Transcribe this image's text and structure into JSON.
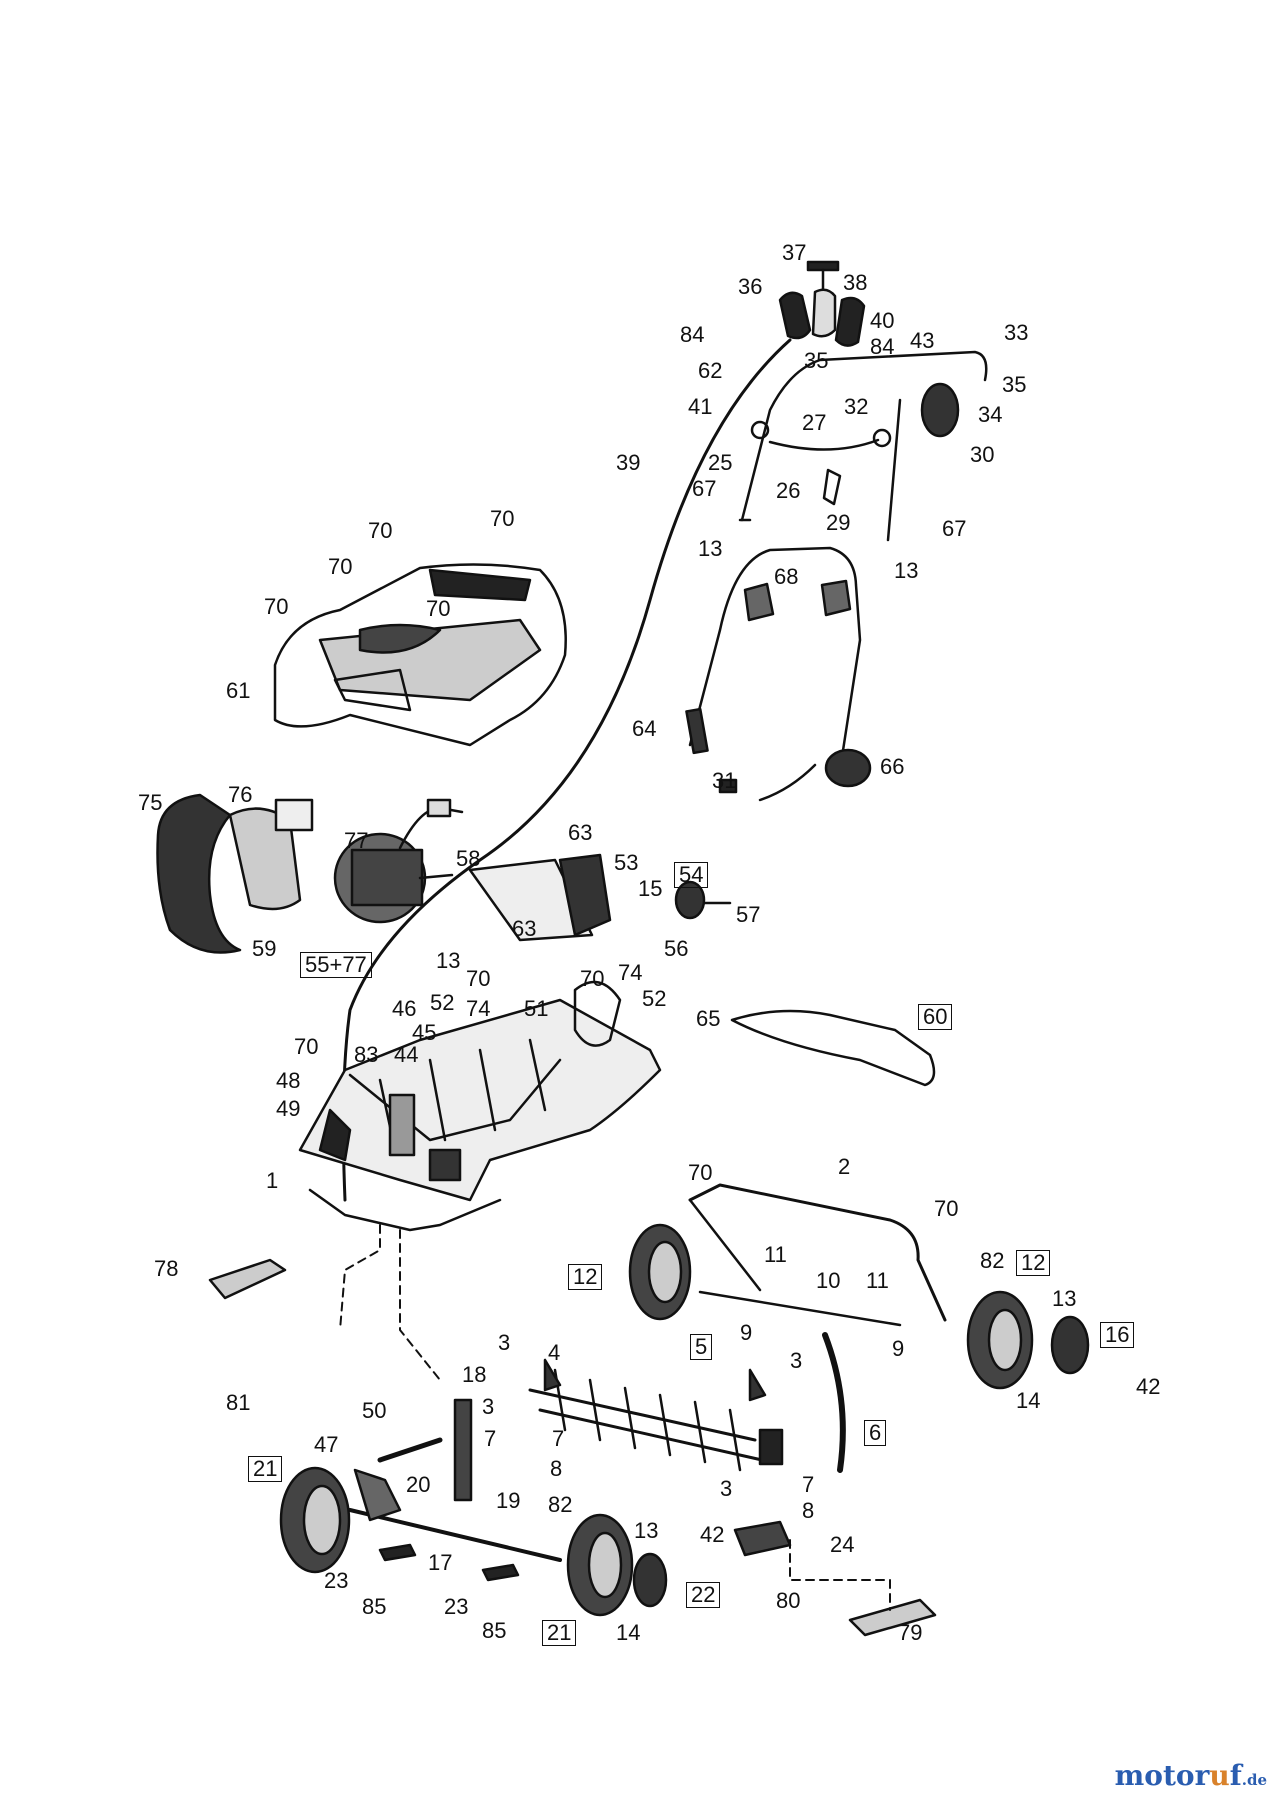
{
  "watermark": {
    "brand_pre": "motor",
    "brand_accent": "u",
    "brand_post": "f",
    "tld": ".de"
  },
  "colors": {
    "line": "#111111",
    "watermark_blue": "#2a5db0",
    "watermark_orange": "#d9822b"
  },
  "labels": {
    "p37": "37",
    "p36": "36",
    "p38": "38",
    "p84a": "84",
    "p40": "40",
    "p84b": "84",
    "p43": "43",
    "p33": "33",
    "p35a": "35",
    "p35b": "35",
    "p62": "62",
    "p41": "41",
    "p32": "32",
    "p34": "34",
    "p27": "27",
    "p30": "30",
    "p39": "39",
    "p25": "25",
    "p26": "26",
    "p67a": "67",
    "p29": "29",
    "p13a": "13",
    "p67b": "67",
    "p13b": "13",
    "p70a": "70",
    "p70b": "70",
    "p70c": "70",
    "p70d": "70",
    "p70e": "70",
    "p68": "68",
    "p61": "61",
    "p64": "64",
    "p66": "66",
    "p31": "31",
    "p75": "75",
    "p76": "76",
    "p77": "77",
    "p58": "58",
    "p63a": "63",
    "p53": "53",
    "p15": "15",
    "p54": "54",
    "p57": "57",
    "p63b": "63",
    "p56": "56",
    "p59": "59",
    "p55_77": "55+77",
    "p13c": "13",
    "p70f": "70",
    "p74a": "74",
    "p70g": "70",
    "p74b": "74",
    "p52a": "52",
    "p46": "46",
    "p51": "51",
    "p52b": "52",
    "p65": "65",
    "p60": "60",
    "p45": "45",
    "p70h": "70",
    "p83": "83",
    "p44": "44",
    "p48": "48",
    "p49": "49",
    "p1": "1",
    "p70i": "70",
    "p2": "2",
    "p70j": "70",
    "p78": "78",
    "p12a": "12",
    "p11a": "11",
    "p10": "10",
    "p11b": "11",
    "p82a": "82",
    "p12b": "12",
    "p13d": "13",
    "p9a": "9",
    "p9b": "9",
    "p16": "16",
    "p42a": "42",
    "p14a": "14",
    "p81": "81",
    "p3a": "3",
    "p4": "4",
    "p5": "5",
    "p3b": "3",
    "p18": "18",
    "p3c": "3",
    "p7a": "7",
    "p7b": "7",
    "p6": "6",
    "p8a": "8",
    "p50": "50",
    "p3d": "3",
    "p7c": "7",
    "p8b": "8",
    "p47": "47",
    "p21a": "21",
    "p20": "20",
    "p19": "19",
    "p82b": "82",
    "p13e": "13",
    "p42b": "42",
    "p24": "24",
    "p17": "17",
    "p23a": "23",
    "p22": "22",
    "p80": "80",
    "p85a": "85",
    "p23b": "23",
    "p85b": "85",
    "p21b": "21",
    "p14b": "14",
    "p79": "79"
  }
}
